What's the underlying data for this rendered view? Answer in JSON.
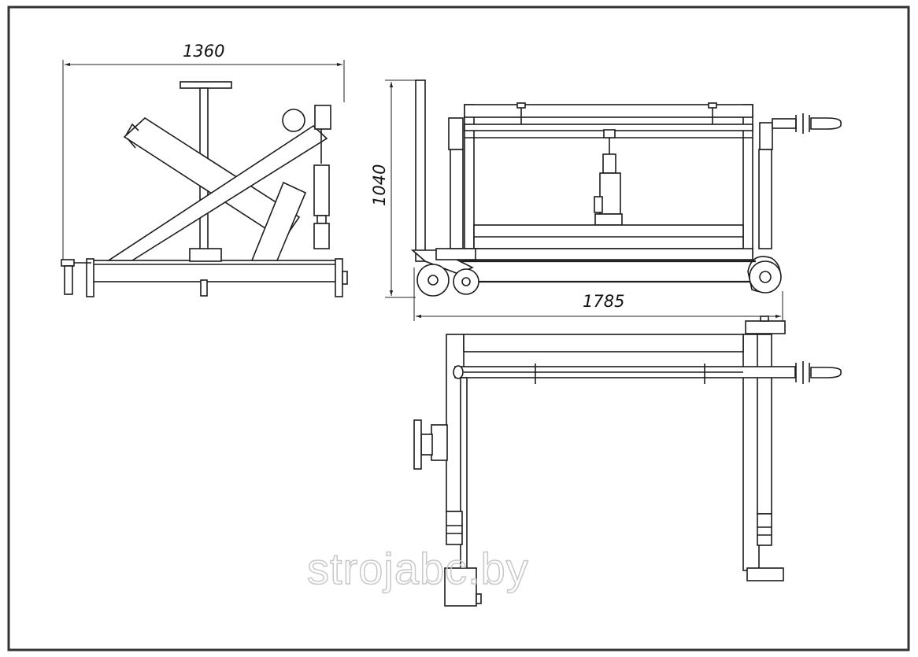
{
  "dimensions": {
    "width": "1360",
    "height": "1040",
    "length": "1785"
  },
  "watermark": "strojabc.by",
  "colors": {
    "line": "#1c1c1c",
    "frame": "#333333",
    "watermark": "#c8c8c8",
    "background": "#ffffff"
  }
}
